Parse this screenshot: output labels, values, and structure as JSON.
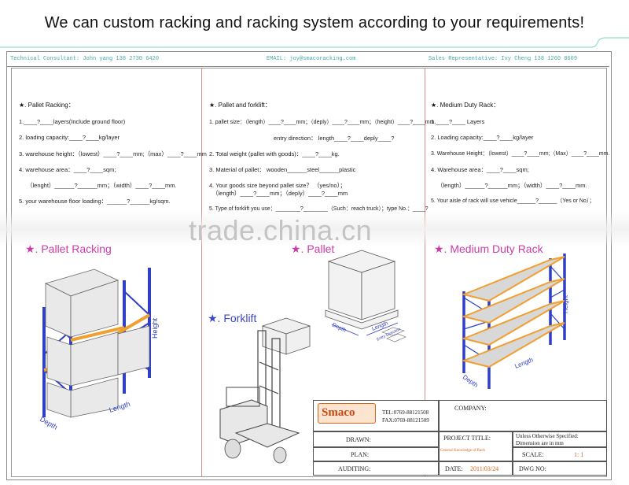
{
  "headline": "We can custom racking and racking system according to your requirements!",
  "top_strip": {
    "consultant": "Technical Consultant: John yang 138 2730 6420",
    "email": "EMAIL: joy@smacoracking.com",
    "sales": "Sales Representative: Ivy Cheng 138 1260 8609"
  },
  "col1": {
    "title": "★. Pallet Racking：",
    "l1": "1.____?____layers(Include ground floor)",
    "l2": "2. loading capacity:____?____kg/layer",
    "l3": "3. warehouse height：（lowest）____?____mm;（max）____?____mm",
    "l4": "4. warehouse area：____?____sqm;",
    "l4b": "（lenght）______?______mm；（width）____?____mm.",
    "l5": "5. your warehouse floor loading：______?______kg/sqm.",
    "caption": "★. Pallet Racking"
  },
  "col2": {
    "title": "★. Pallet and forklift：",
    "l1": "1. pallet size：（length）____?____mm；（deply）____?____mm；（height）____?____mm.",
    "l1b": "entry direction： length____?____deply____?",
    "l2": "2. Total weight (pallet with goods)：____?____kg.",
    "l3": "3. Material of pallet： wooden______steel______plastic",
    "l4": "4. Your goods size beyond pallet size？ （yes/no）；",
    "l4b": "（length）____?____mm；（deply）____?____mm",
    "l5": "5. Type of forklift you use：________?________（Such：reach truck）；type No.：____?",
    "caption_pallet": "★. Pallet",
    "caption_forklift": "★. Forklift"
  },
  "col3": {
    "title": "★. Medium Duty Rack：",
    "l1": "1.____?____ Layers",
    "l2": "2. Loading capacity:____?____kg/layer",
    "l3": "3. Warehouse Height：（lowest）____?____mm;（Max）____?____mm.",
    "l4": "4. Warehouse area：____?____sqm;",
    "l4b": "（length）______?______mm；（width）____?____mm.",
    "l5": "5. Your aisle of rack will use vehicle______?______（Yes or No）；",
    "caption": "★. Medium Duty Rack"
  },
  "drawing_labels": {
    "height": "Height",
    "length": "Length",
    "depth": "Depth",
    "entry": "Entry Direction"
  },
  "watermark": "trade.china.cn",
  "title_block": {
    "logo": "Smaco",
    "tel": "TEL:0769-88121508",
    "fax": "FAX:0769-88121509",
    "company": "COMPANY:",
    "drawn": "DRAWN:",
    "plan": "PLAN:",
    "auditing": "AUDITING:",
    "project_title": "PROJECT TITLE:",
    "project_value": "General Knowledge of Rack",
    "spec1": "Unless Otherwise Specified:",
    "spec2": "Dimension are in mm",
    "scale_label": "SCALE:",
    "scale_value": "1: 1",
    "date_label": "DATE:",
    "date_value": "2011/03/24",
    "dwg_label": "DWG NO:"
  },
  "colors": {
    "rack_blue": "#2f3fc6",
    "beam_orange": "#f0a030",
    "caption_magenta": "#cc3ba8",
    "strip_teal": "#4aa8a8"
  }
}
